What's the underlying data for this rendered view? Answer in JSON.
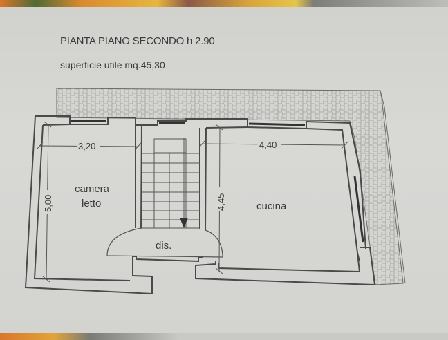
{
  "plan": {
    "title": "PIANTA PIANO SECONDO  h 2.90",
    "subtitle": "superficie utile mq.45,30",
    "rooms": [
      {
        "name": "camera",
        "name_line2": "letto",
        "width": "3,20",
        "depth": "5,00"
      },
      {
        "name": "cucina",
        "width": "4,40",
        "depth": "4,45"
      },
      {
        "name": "dis."
      }
    ],
    "dimensions": {
      "camera_width": "3,20",
      "camera_depth": "5,00",
      "cucina_width": "4,40",
      "cucina_depth": "4,45"
    },
    "features": [
      "stairs-down-arrow",
      "terrace-herringbone-paving",
      "windows"
    ],
    "colors": {
      "paper": "#d6d6d3",
      "ink": "#4a4a4a",
      "hatch": "#9a9a98"
    }
  }
}
